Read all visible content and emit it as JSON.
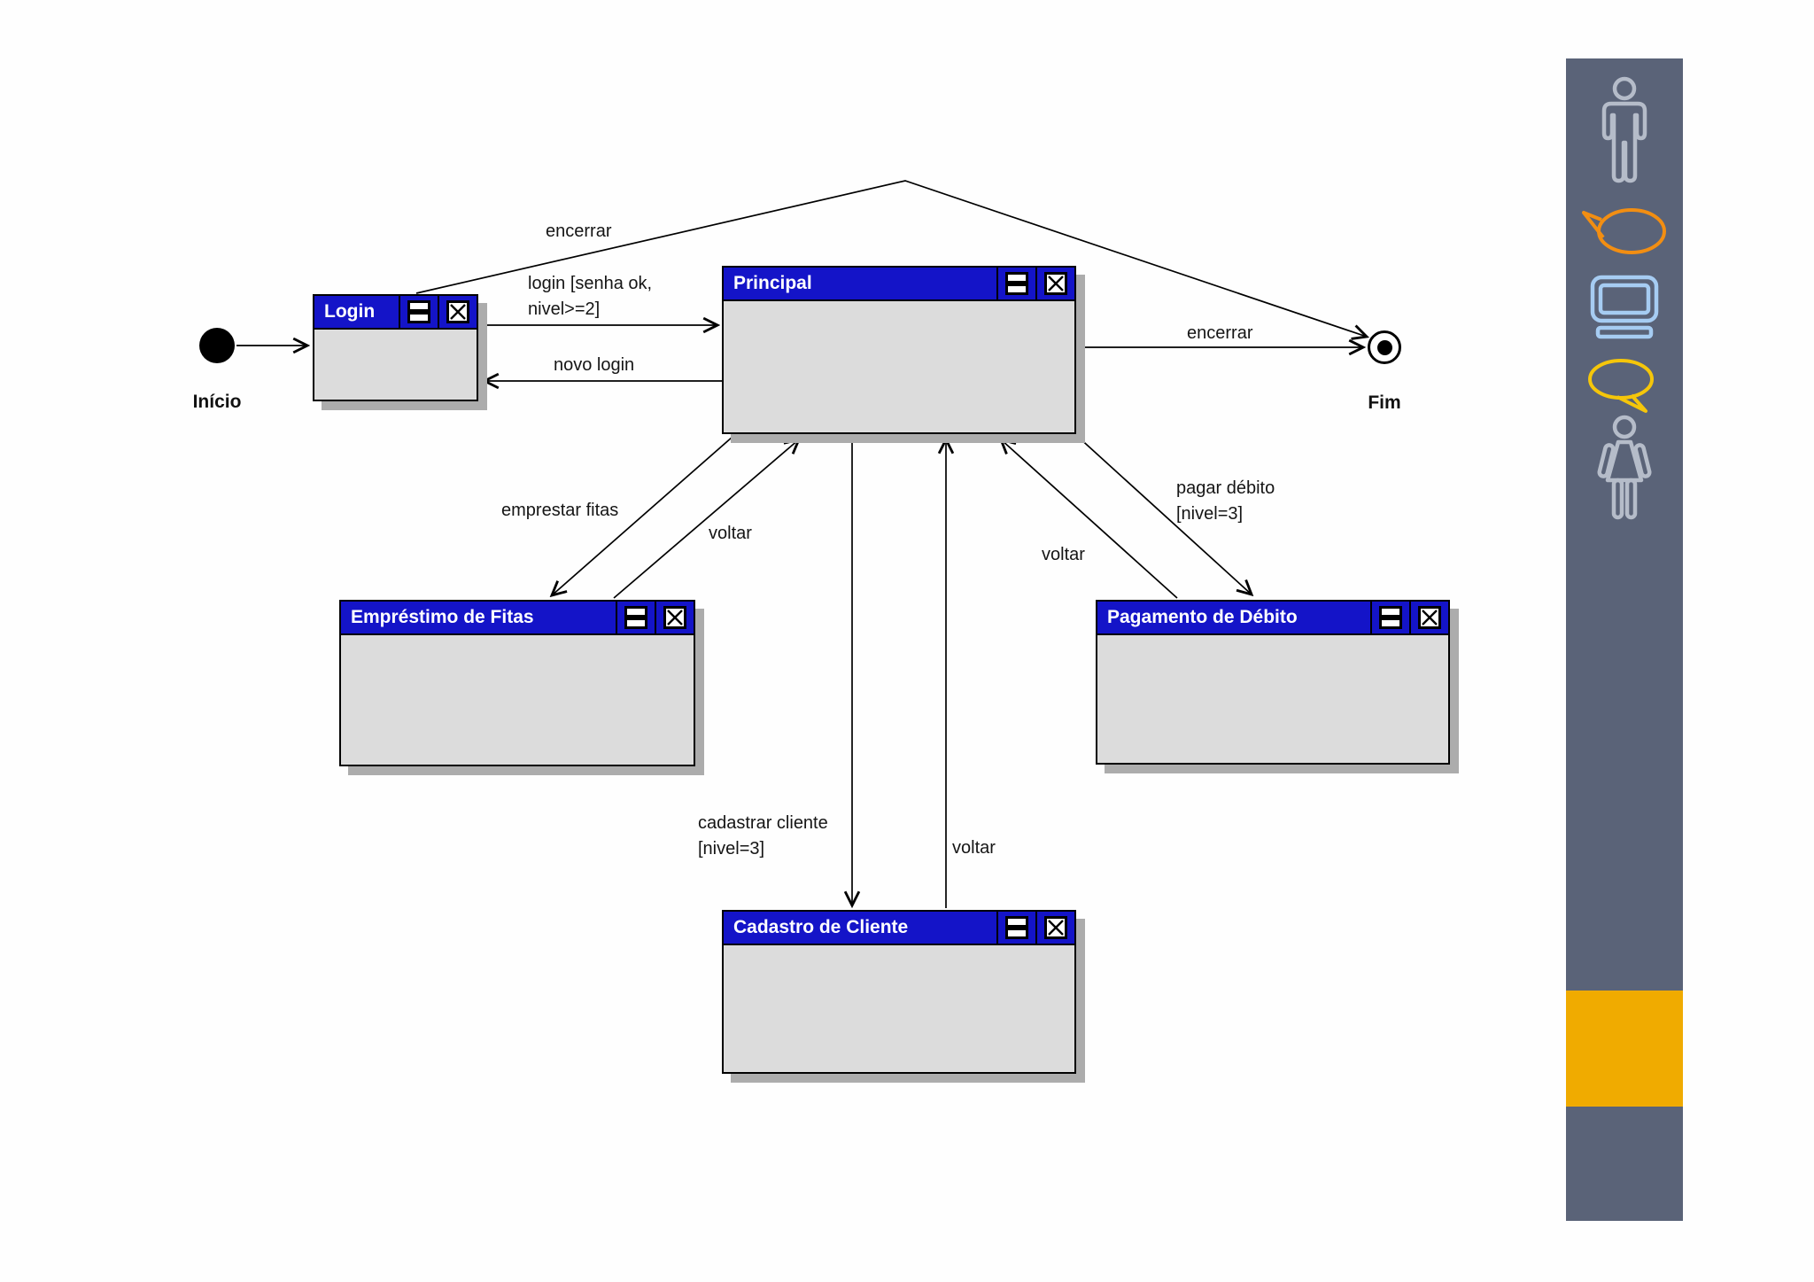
{
  "diagram": {
    "initial": {
      "label": "Início"
    },
    "final": {
      "label": "Fim"
    },
    "window_controls": [
      "resize-icon",
      "close-icon"
    ],
    "windows": [
      {
        "title": "Login"
      },
      {
        "title": "Principal"
      },
      {
        "title": "Empréstimo de Fitas"
      },
      {
        "title": "Pagamento de Débito"
      },
      {
        "title": "Cadastro de Cliente"
      }
    ],
    "edges": [
      {
        "from": "Início",
        "to": "Login",
        "label_lines": []
      },
      {
        "from": "Login",
        "to": "Principal",
        "label_lines": [
          "login [senha ok,",
          "nivel>=2]"
        ]
      },
      {
        "from": "Principal",
        "to": "Login",
        "label_lines": [
          "novo login"
        ]
      },
      {
        "from": "Login",
        "to": "Fim",
        "label_lines": [
          "encerrar"
        ]
      },
      {
        "from": "Principal",
        "to": "Fim",
        "label_lines": [
          "encerrar"
        ]
      },
      {
        "from": "Principal",
        "to": "Empréstimo de Fitas",
        "label_lines": [
          "emprestar fitas"
        ]
      },
      {
        "from": "Empréstimo de Fitas",
        "to": "Principal",
        "label_lines": [
          "voltar"
        ]
      },
      {
        "from": "Principal",
        "to": "Cadastro de Cliente",
        "label_lines": [
          "cadastrar cliente",
          "[nivel=3]"
        ]
      },
      {
        "from": "Cadastro de Cliente",
        "to": "Principal",
        "label_lines": [
          "voltar"
        ]
      },
      {
        "from": "Principal",
        "to": "Pagamento de Débito",
        "label_lines": [
          "pagar débito",
          "[nivel=3]"
        ]
      },
      {
        "from": "Pagamento de Débito",
        "to": "Principal",
        "label_lines": [
          "voltar"
        ]
      }
    ]
  },
  "sidebar": {
    "background_color": "#5a6378",
    "accent_block_color": "#f0ab00",
    "icons": [
      "man-icon",
      "speech-bubble-orange-icon",
      "monitor-icon",
      "speech-bubble-yellow-icon",
      "woman-icon"
    ],
    "icon_colors": {
      "figures": "#b5bcc9",
      "orange_bubble": "#f28e12",
      "monitor": "#a6ccf2",
      "yellow_bubble": "#f5c60a"
    }
  },
  "colors": {
    "titlebar_blue": "#1414c8",
    "window_body": "#dcdcdc",
    "window_shadow": "#acacac",
    "line": "#000000"
  }
}
